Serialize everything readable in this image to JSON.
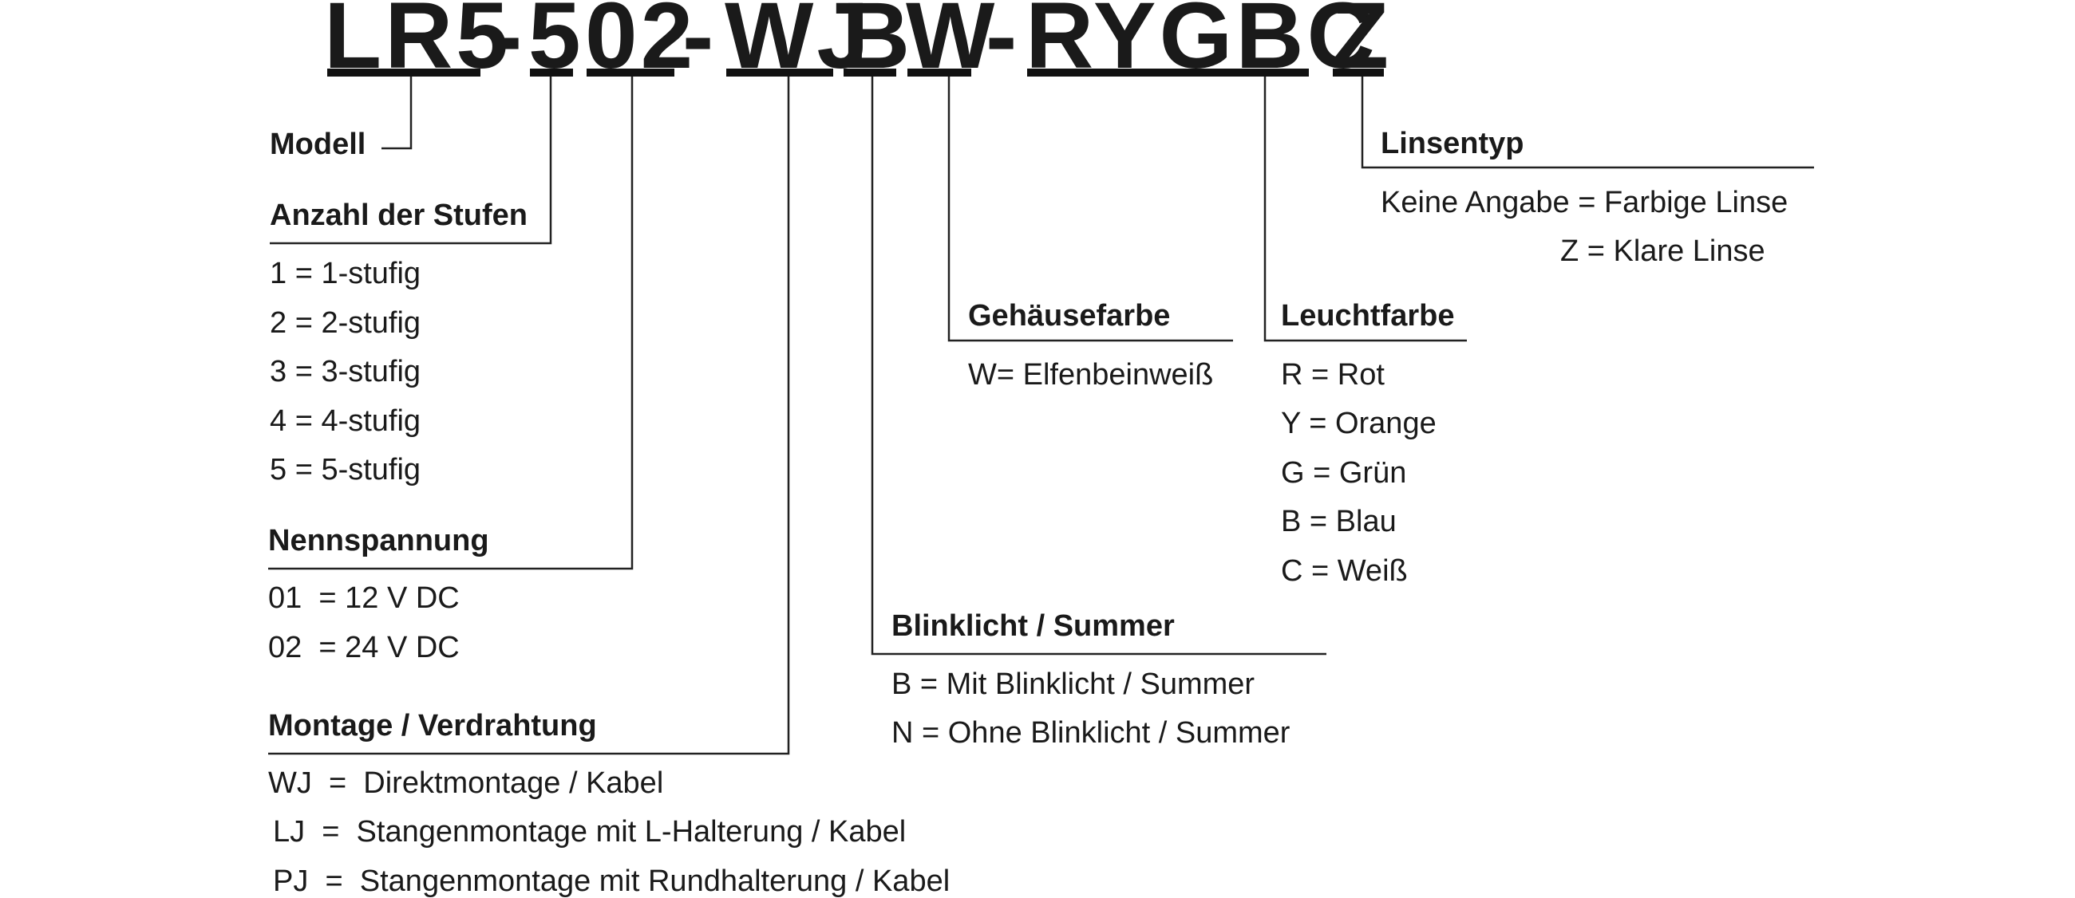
{
  "code": {
    "parts": [
      "LR5",
      "-",
      "5",
      "02",
      "-",
      "WJ",
      "B",
      "W",
      "-",
      "RYGBC",
      "Z"
    ]
  },
  "groups": {
    "modell": {
      "title": "Modell",
      "items": []
    },
    "stufen": {
      "title": "Anzahl der Stufen",
      "items": [
        "1 = 1-stufig",
        "2 = 2-stufig",
        "3 = 3-stufig",
        "4 = 4-stufig",
        "5 = 5-stufig"
      ]
    },
    "nennspannung": {
      "title": "Nennspannung",
      "items": [
        "01  = 12 V DC",
        "02  = 24 V DC"
      ]
    },
    "montage": {
      "title": "Montage / Verdrahtung",
      "items": [
        "WJ  =  Direktmontage / Kabel",
        "LJ  =  Stangenmontage mit L-Halterung / Kabel",
        "PJ  =  Stangenmontage mit Rundhalterung / Kabel"
      ]
    },
    "blinklicht": {
      "title": "Blinklicht / Summer",
      "items": [
        "B = Mit Blinklicht / Summer",
        "N = Ohne Blinklicht / Summer"
      ]
    },
    "gehaeuse": {
      "title": "Gehäusefarbe",
      "items": [
        "W= Elfenbeinweiß"
      ]
    },
    "leuchtfarbe": {
      "title": "Leuchtfarbe",
      "items": [
        "R = Rot",
        "Y = Orange",
        "G = Grün",
        "B = Blau",
        "C = Weiß"
      ]
    },
    "linsentyp": {
      "title": "Linsentyp",
      "items": [
        "Keine Angabe = Farbige Linse",
        "Z = Klare Linse"
      ]
    }
  }
}
